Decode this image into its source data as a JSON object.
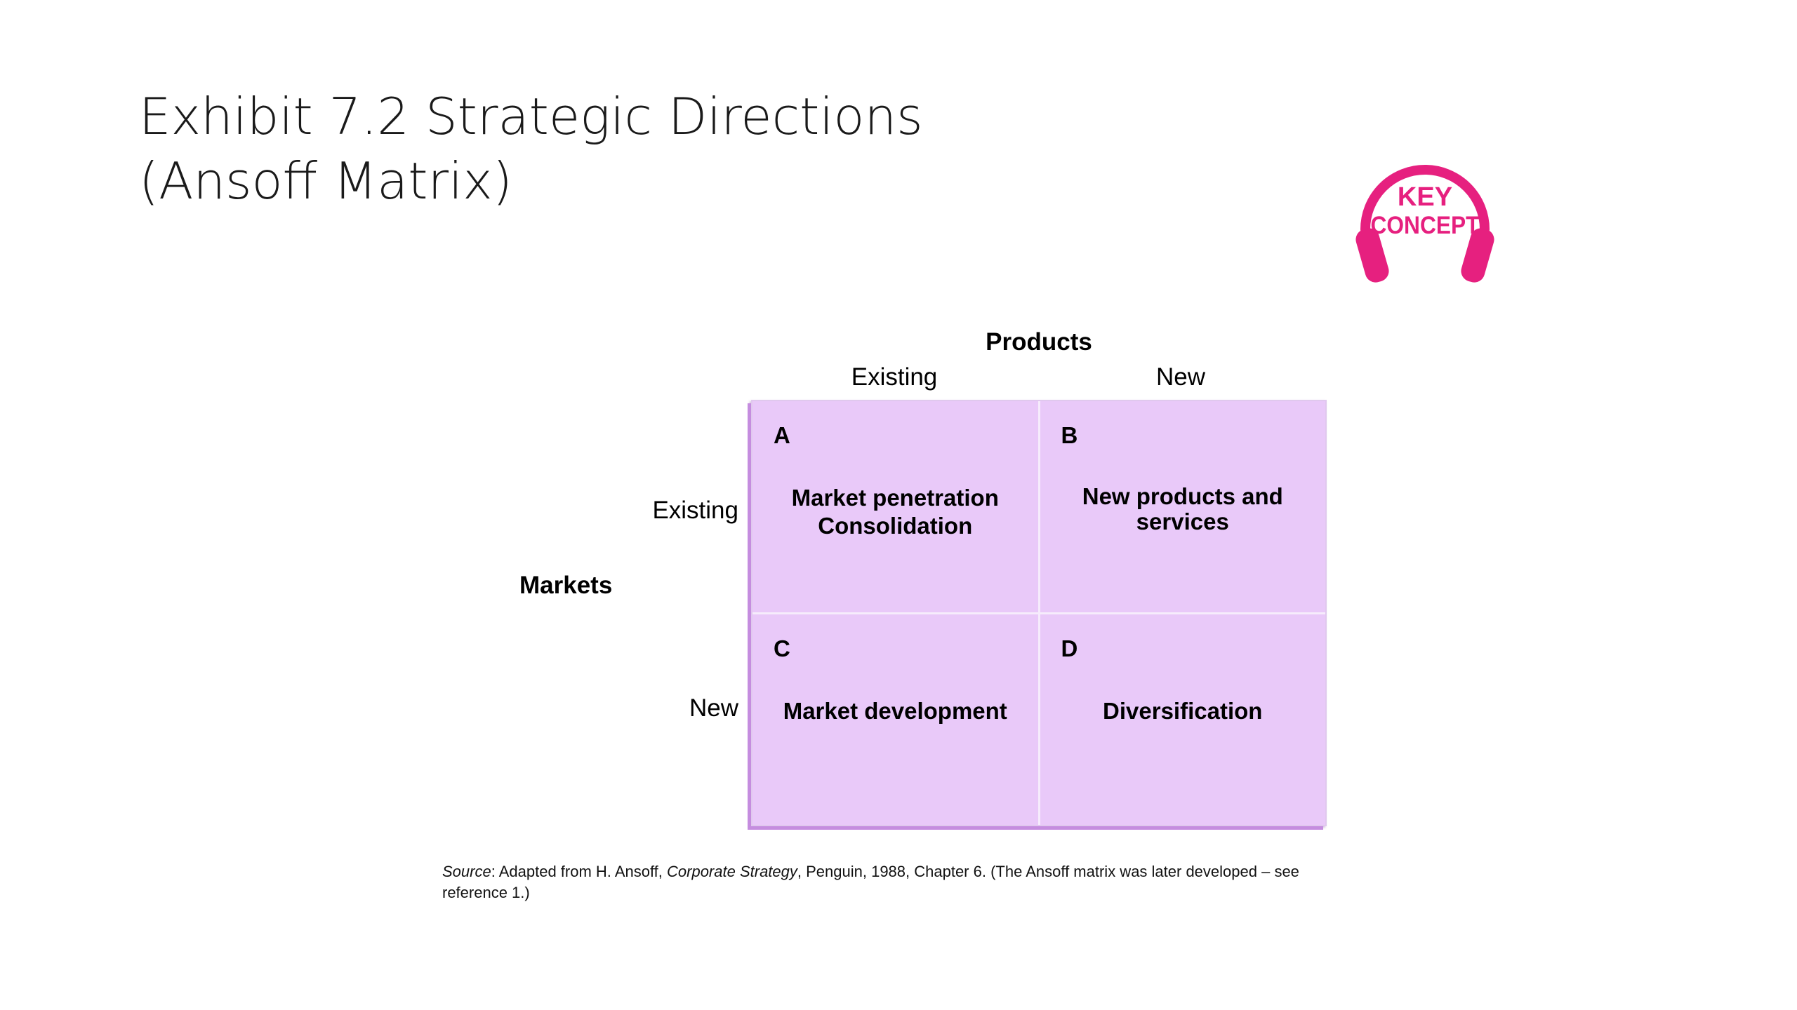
{
  "title": {
    "line1": "Exhibit 7.2 Strategic Directions",
    "line2": "(Ansoff Matrix)"
  },
  "badge": {
    "line1": "KEY",
    "line2": "CONCEPT",
    "icon": "headphones-icon",
    "color": "#e6207f"
  },
  "matrix": {
    "products_label": "Products",
    "markets_label": "Markets",
    "columns": [
      "Existing",
      "New"
    ],
    "rows": [
      "Existing",
      "New"
    ],
    "cells": {
      "a": {
        "letter": "A",
        "lines": [
          "Market penetration",
          "Consolidation"
        ]
      },
      "b": {
        "letter": "B",
        "lines": [
          "New products and",
          "services"
        ]
      },
      "c": {
        "letter": "C",
        "lines": [
          "Market development"
        ]
      },
      "d": {
        "letter": "D",
        "lines": [
          "Diversification"
        ]
      }
    },
    "cell_color": "#e9c9f9"
  },
  "source": {
    "label": "Source",
    "text_before": ": Adapted from H. Ansoff, ",
    "book": "Corporate Strategy",
    "text_after": ", Penguin, 1988, Chapter 6. (The Ansoff matrix was later developed – see reference 1.)"
  }
}
